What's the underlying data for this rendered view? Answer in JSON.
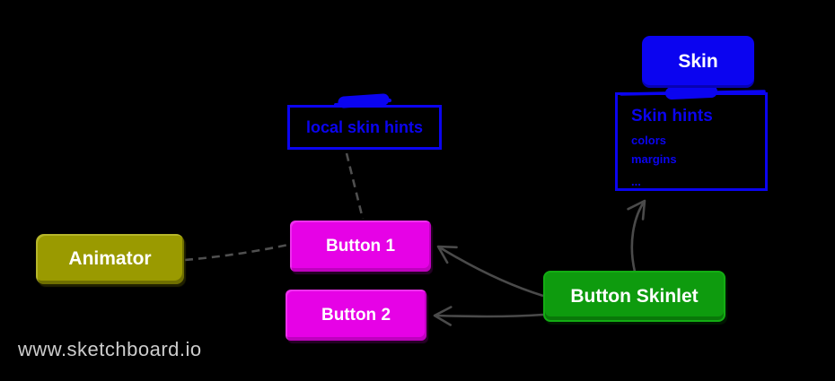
{
  "canvas": {
    "background": "#000000",
    "accent_blue": "#0b04f0",
    "connector_gray": "#4a4a4a"
  },
  "watermark": {
    "text": "www.sketchboard.io",
    "color": "#cdcdcd"
  },
  "nodes": {
    "skin": {
      "label": "Skin",
      "fill": "#0b04f0",
      "text_color": "#ffffff"
    },
    "skin_hints": {
      "title": "Skin hints",
      "items": [
        "colors",
        "margins",
        "..."
      ],
      "border_color": "#0b04f0",
      "text_color": "#0b04f0"
    },
    "local_skin_hints": {
      "label": "local skin hints",
      "border_color": "#0b04f0",
      "text_color": "#0b04f0"
    },
    "animator": {
      "label": "Animator",
      "fill": "#9a9a00",
      "text_color": "#ffffff"
    },
    "button1": {
      "label": "Button 1",
      "fill": "#e602e6",
      "text_color": "#ffffff"
    },
    "button2": {
      "label": "Button 2",
      "fill": "#e602e6",
      "text_color": "#ffffff"
    },
    "button_skinlet": {
      "label": "Button Skinlet",
      "fill": "#0e9b0e",
      "text_color": "#ffffff"
    }
  },
  "connectors": {
    "stroke": "#4a4a4a",
    "edges": [
      {
        "from": "local_skin_hints",
        "to": "button1",
        "style": "dashed",
        "arrow": false
      },
      {
        "from": "animator",
        "to": "button1",
        "style": "dashed",
        "arrow": false
      },
      {
        "from": "button_skinlet",
        "to": "button1",
        "style": "solid",
        "arrow": true
      },
      {
        "from": "button_skinlet",
        "to": "button2",
        "style": "solid",
        "arrow": true
      },
      {
        "from": "button_skinlet",
        "to": "skin_hints",
        "style": "solid",
        "arrow": true
      }
    ]
  }
}
